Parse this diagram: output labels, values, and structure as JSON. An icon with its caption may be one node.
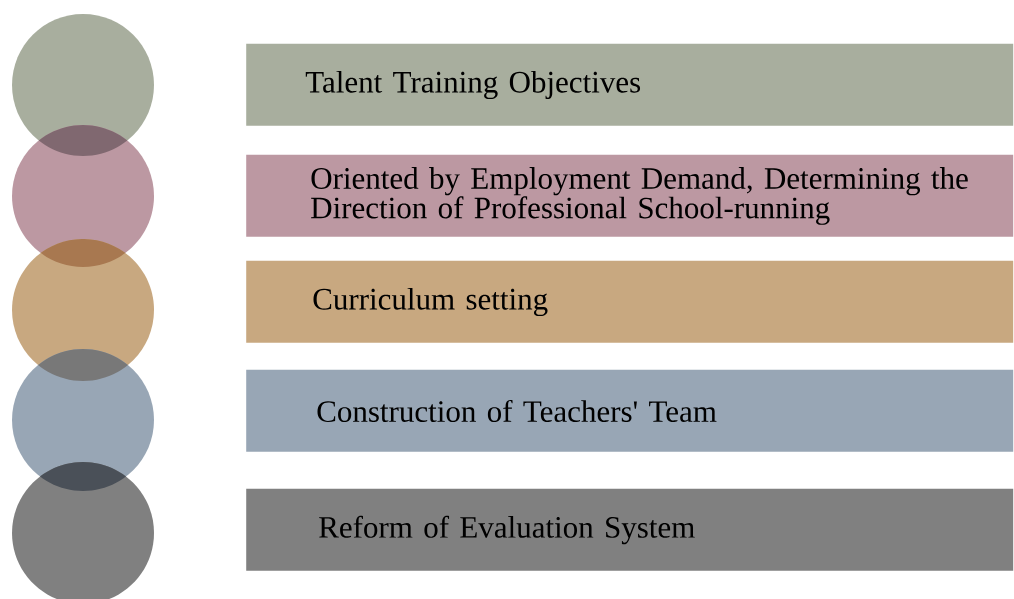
{
  "diagram": {
    "nodes": [
      {
        "text": [],
        "shape": "circle"
      },
      {
        "text": [
          "Talent Training Objectives"
        ]
      },
      {
        "text": [],
        "shape": "circle"
      },
      {
        "text": [
          "Oriented by Employment Demand, Determining the Direction of Professional School-running"
        ]
      },
      {
        "text": [],
        "shape": "circle"
      },
      {
        "text": [
          "Curriculum setting"
        ]
      },
      {
        "text": [],
        "shape": "circle"
      },
      {
        "text": [
          "Construction of Teachers' Team"
        ]
      },
      {
        "text": [],
        "shape": "circle"
      },
      {
        "text": [
          "Reform of Evaluation System"
        ]
      }
    ]
  }
}
